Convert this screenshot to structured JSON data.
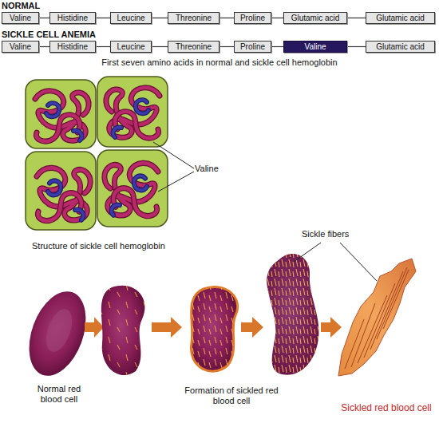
{
  "diagram": {
    "nodes": [
      {
        "text": [
          "Valine"
        ]
      },
      {
        "text": [
          "Histidine"
        ]
      },
      {
        "text": [
          "Leucine"
        ]
      },
      {
        "text": [
          "Threonine"
        ]
      },
      {
        "text": [
          "Proline"
        ]
      },
      {
        "text": [
          "Glutamic acid"
        ]
      },
      {
        "text": [
          "Glutamic acid"
        ]
      },
      {
        "text": [
          "Valine"
        ]
      },
      {
        "text": [
          "Histidine"
        ]
      },
      {
        "text": [
          "Leucine"
        ]
      },
      {
        "text": [
          "Threonine"
        ]
      },
      {
        "text": [
          "Proline"
        ]
      },
      {
        "text": [
          "Valine"
        ]
      },
      {
        "text": [
          "Glutamic acid"
        ]
      }
    ],
    "edges": [
      {
        "from": 0,
        "to": 1,
        "arrow": "none"
      },
      {
        "from": 1,
        "to": 2,
        "arrow": "none"
      },
      {
        "from": 2,
        "to": 3,
        "arrow": "none"
      },
      {
        "from": 3,
        "to": 4,
        "arrow": "none"
      },
      {
        "from": 4,
        "to": 5,
        "arrow": "none"
      },
      {
        "from": 5,
        "to": 6,
        "arrow": "none"
      },
      {
        "from": 7,
        "to": 8,
        "arrow": "none"
      },
      {
        "from": 8,
        "to": 9,
        "arrow": "none"
      },
      {
        "from": 9,
        "to": 10,
        "arrow": "none"
      },
      {
        "from": 10,
        "to": 11,
        "arrow": "none"
      },
      {
        "from": 11,
        "to": 12,
        "arrow": "none"
      },
      {
        "from": 12,
        "to": 13,
        "arrow": "none"
      }
    ],
    "labels": [
      "NORMAL",
      "SICKLE CELL ANEMIA",
      "First seven amino acids in normal and sickle cell hemoglobin",
      "Valine",
      "Structure of sickle cell hemoglobin",
      "Sickle fibers",
      "Normal red blood cell",
      "Formation of sickled red blood cell",
      "Sickled red blood cell"
    ]
  }
}
